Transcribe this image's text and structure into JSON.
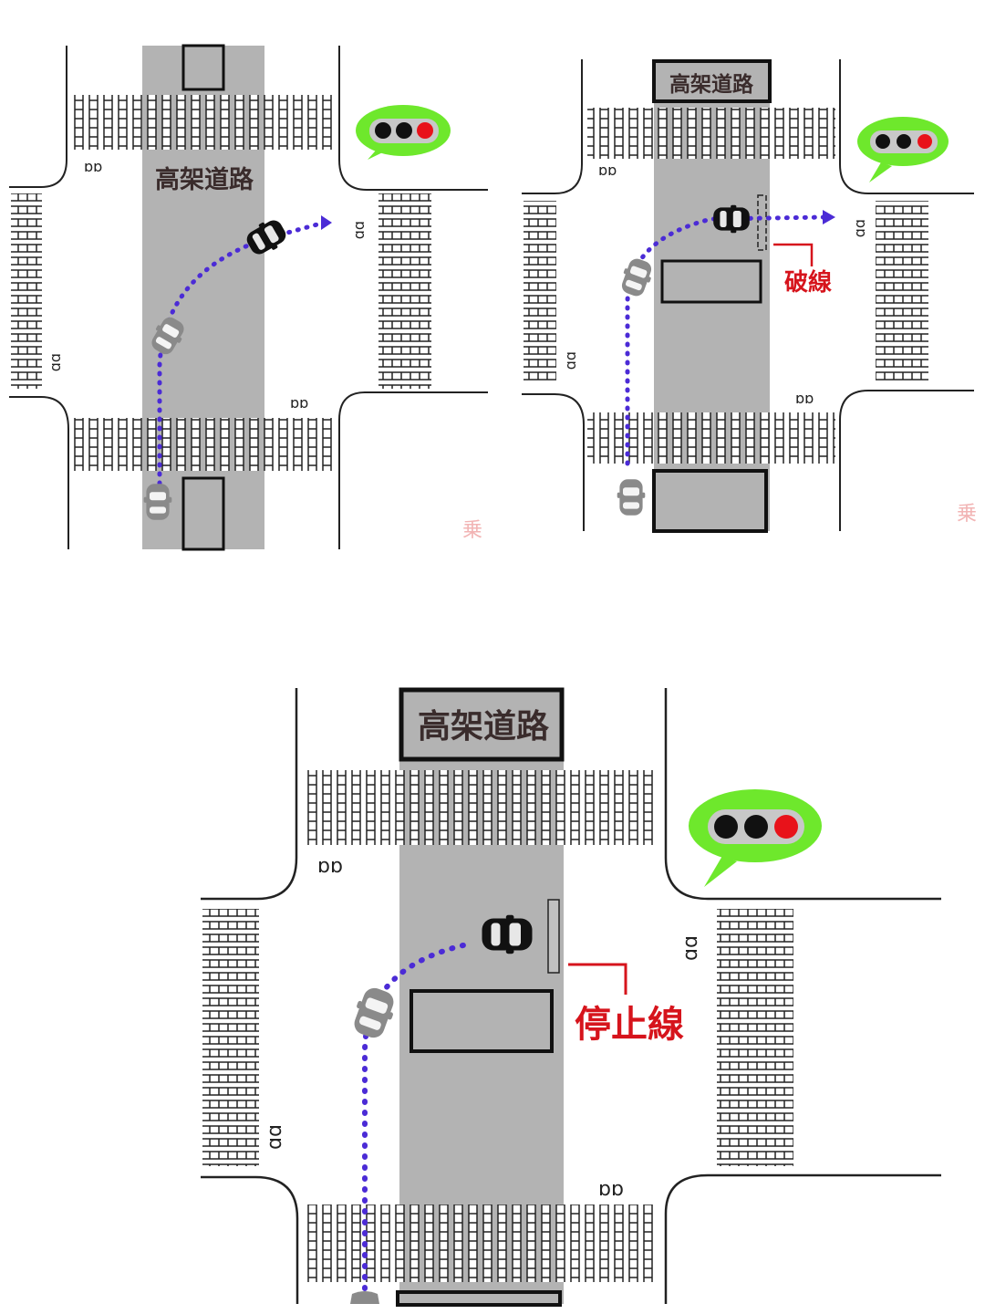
{
  "labels": {
    "elevated_road": "高架道路",
    "broken_line": "破線",
    "stop_line": "停止線"
  },
  "colors": {
    "road_gray": "#b3b3b3",
    "path_purple": "#4b2bd6",
    "bubble_green": "#6ee82c",
    "signal_red": "#e8121a",
    "callout_red": "#d6141c",
    "label_dark": "#3a2c2c"
  },
  "panels": [
    {
      "id": "panel-1",
      "signal": [
        "off",
        "off",
        "red"
      ]
    },
    {
      "id": "panel-2",
      "signal": [
        "off",
        "off",
        "red"
      ]
    },
    {
      "id": "panel-3",
      "signal": [
        "off",
        "off",
        "red"
      ]
    }
  ]
}
